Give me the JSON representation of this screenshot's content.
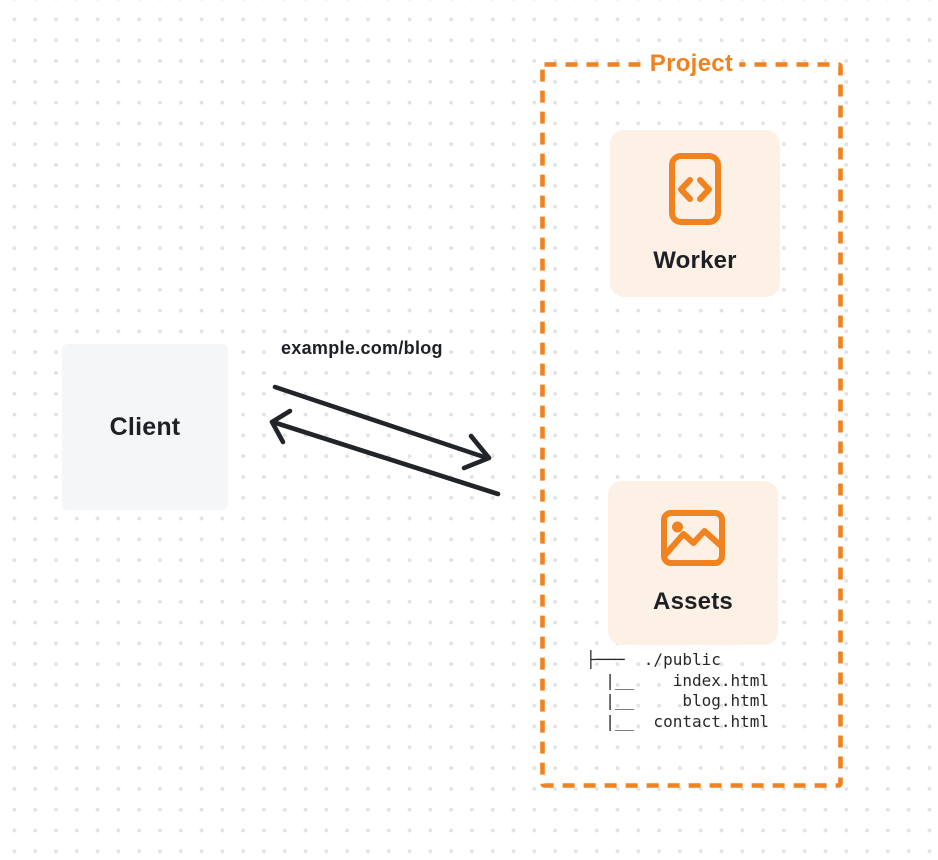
{
  "colors": {
    "accent": "#F0821F",
    "card_bg": "#FCF1E4",
    "client_bg": "#F5F6F7",
    "ink": "#1D2025",
    "arrow": "#212428",
    "dot": "#E2E3E5",
    "page_bg": "#FFFFFF"
  },
  "client": {
    "label": "Client"
  },
  "request": {
    "label": "example.com/blog"
  },
  "project": {
    "label": "Project",
    "worker": {
      "label": "Worker",
      "icon": "code-file-icon"
    },
    "assets": {
      "label": "Assets",
      "icon": "image-icon",
      "file_tree": [
        "├───  ./public",
        "  |__    index.html",
        "  |__     blog.html",
        "  |__  contact.html"
      ]
    }
  }
}
